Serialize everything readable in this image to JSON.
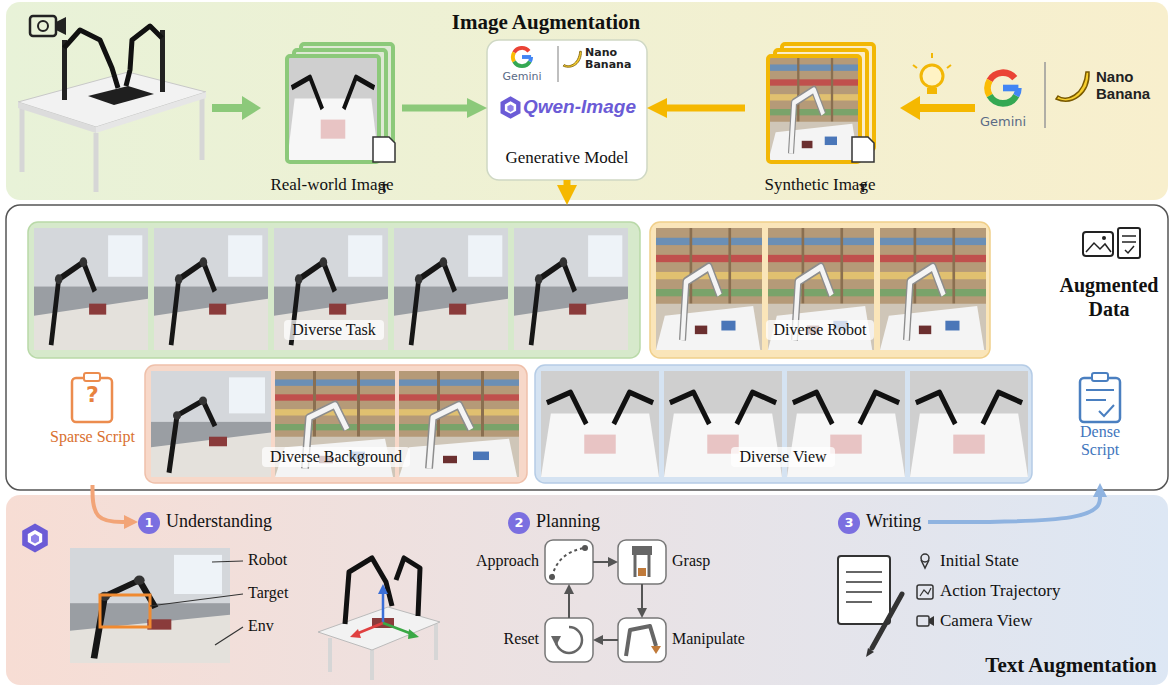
{
  "diagram": {
    "nodes": [
      {
        "text": [
          "Image Augmentation"
        ]
      },
      {
        "text": [
          "T",
          "Real-world Image"
        ],
        "in": 0
      },
      {
        "text": [
          "Gemini",
          "Nano Banana",
          "Qwen-Image",
          "Generative Model"
        ],
        "in": 0
      },
      {
        "text": [
          "T",
          "Synthetic Image"
        ],
        "in": 0
      },
      {
        "text": [
          "Augmented Data"
        ]
      },
      {
        "text": [
          "Diverse Task"
        ],
        "in": 4
      },
      {
        "text": [
          "Diverse Robot"
        ],
        "in": 4
      },
      {
        "text": [
          "?",
          "Sparse Script"
        ],
        "in": 4
      },
      {
        "text": [
          "Diverse Background"
        ],
        "in": 4
      },
      {
        "text": [
          "Diverse View"
        ],
        "in": 4
      },
      {
        "text": [
          "Dense Script"
        ],
        "in": 4
      },
      {
        "text": [
          "Text Augmentation"
        ]
      },
      {
        "text": [
          "1",
          "Understanding"
        ],
        "in": 11
      },
      {
        "text": [
          "2",
          "Planning"
        ],
        "in": 11
      },
      {
        "text": [
          "Approach"
        ],
        "in": 11
      },
      {
        "text": [
          "Grasp"
        ],
        "in": 11
      },
      {
        "text": [
          "Manipulate"
        ],
        "in": 11
      },
      {
        "text": [
          "Reset"
        ],
        "in": 11
      },
      {
        "text": [
          "3",
          "Writing"
        ],
        "in": 11
      }
    ],
    "edges": [
      {
        "from": 1,
        "to": 2,
        "arrow": "to"
      },
      {
        "from": 3,
        "to": 2,
        "arrow": "to"
      },
      {
        "from": 2,
        "to": 4,
        "arrow": "to"
      },
      {
        "from": 7,
        "to": 12,
        "arrow": "to"
      },
      {
        "from": 14,
        "to": 15,
        "arrow": "to"
      },
      {
        "from": 15,
        "to": 16,
        "arrow": "to"
      },
      {
        "from": 16,
        "to": 17,
        "arrow": "to"
      },
      {
        "from": 17,
        "to": 14,
        "arrow": "to"
      },
      {
        "from": 18,
        "to": 10,
        "arrow": "to"
      }
    ],
    "labels": [
      "Gemini",
      "Nano Banana",
      "Robot",
      "Target",
      "Env",
      "Initial State",
      "Action Trajectory",
      "Camera View"
    ]
  }
}
